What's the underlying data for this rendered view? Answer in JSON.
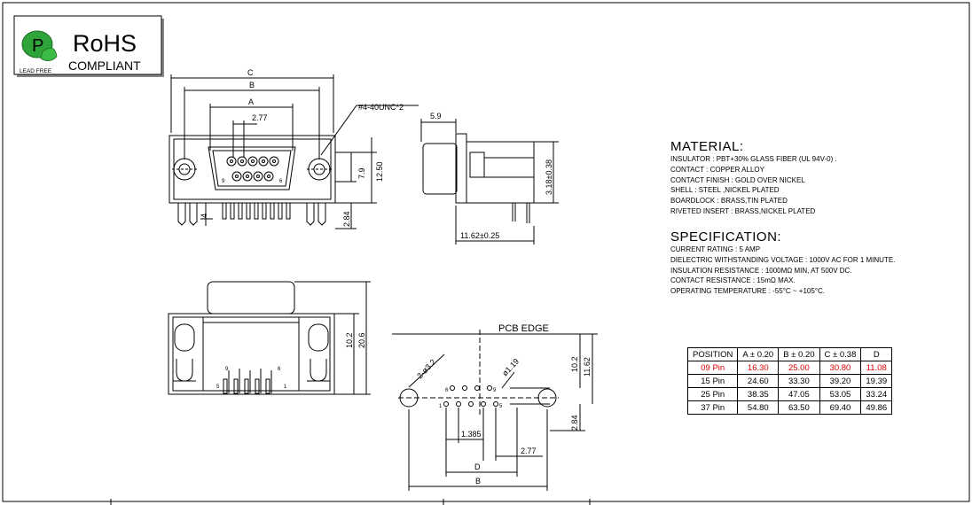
{
  "logo": {
    "title": "RoHS",
    "subtitle": "COMPLIANT",
    "badge_text": "LEAD FREE",
    "badge_letter": "P"
  },
  "dims": {
    "c": "C",
    "b": "B",
    "a": "A",
    "pitch": "2.77",
    "thread": "#4-40UNC*2",
    "h790": "7.9",
    "h1250": "12.50",
    "h4": "4",
    "h284": "2.84",
    "w59": "5.9",
    "h318": "3.18±0.38",
    "w1162": "11.62±0.25",
    "h102": "10.2",
    "h206": "20.6",
    "pin9": "9",
    "pin6": "6",
    "pin1": "1",
    "pin5": "5"
  },
  "pcb": {
    "edge_label": "PCB EDGE",
    "hole_dia": "2-ø3.2",
    "pin_dia": "ø1.19",
    "h102": "10.2",
    "h1162": "11.62",
    "h284": "2.84",
    "w1385": "1.385",
    "w277": "2.77",
    "d": "D",
    "b": "B",
    "pin6": "6",
    "pin9": "9",
    "pin1": "1",
    "pin5": "5"
  },
  "material": {
    "heading": "MATERIAL:",
    "lines": [
      "INSULATOR : PBT+30%  GLASS FIBER (UL 94V-0) .",
      "CONTACT :  COPPER  ALLOY",
      "CONTACT FINISH :  GOLD OVER NICKEL",
      "SHELL :  STEEL ,NICKEL PLATED",
      "BOARDLOCK :  BRASS,TIN PLATED",
      "RIVETED INSERT :  BRASS,NICKEL PLATED"
    ]
  },
  "specification": {
    "heading": "SPECIFICATION:",
    "lines": [
      "CURRENT RATING : 5 AMP",
      "DIELECTRIC WITHSTANDING VOLTAGE  :  1000V AC  FOR 1 MINUTE.",
      "INSULATION RESISTANCE  :  1000MΩ    MIN, AT 500V DC.",
      "CONTACT RESISTANCE  :  15mΩ     MAX.",
      "OPERATING TEMPERATURE  :  -55°C ~ +105°C."
    ]
  },
  "table": {
    "headers": [
      "POSITION",
      "A ± 0.20",
      "B ± 0.20",
      "C ± 0.38",
      "D"
    ],
    "rows": [
      [
        "09 Pin",
        "16.30",
        "25.00",
        "30.80",
        "11.08"
      ],
      [
        "15 Pin",
        "24.60",
        "33.30",
        "39.20",
        "19.39"
      ],
      [
        "25 Pin",
        "38.35",
        "47.05",
        "53.05",
        "33.24"
      ],
      [
        "37 Pin",
        "54.80",
        "63.50",
        "69.40",
        "49.86"
      ]
    ],
    "highlight_row": 0,
    "highlight_color": "#e00000"
  }
}
